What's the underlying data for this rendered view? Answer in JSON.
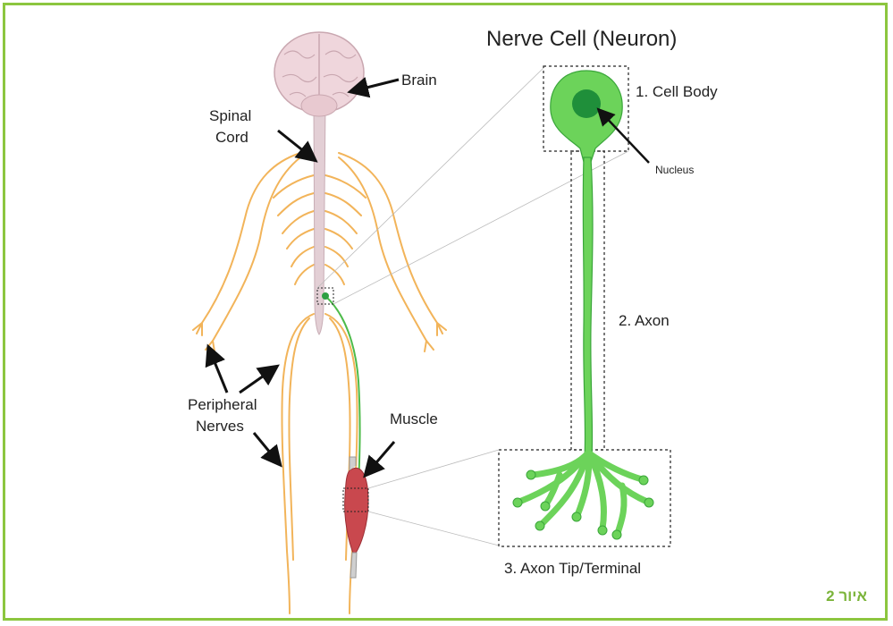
{
  "diagram": {
    "title": "Nerve Cell (Neuron)",
    "labels": {
      "brain": "Brain",
      "spinal_cord_line1": "Spinal",
      "spinal_cord_line2": "Cord",
      "peripheral_line1": "Peripheral",
      "peripheral_line2": "Nerves",
      "muscle": "Muscle",
      "cell_body": "1. Cell Body",
      "nucleus": "Nucleus",
      "axon": "2. Axon",
      "axon_tip": "3. Axon Tip/Terminal"
    },
    "colors": {
      "neuron_fill": "#6cd35a",
      "neuron_stroke": "#3aa63a",
      "nucleus": "#1f8f3a",
      "nerves": "#f2b45a",
      "spine": "#e3cfd5",
      "brain": "#efd6dc",
      "muscle": "#c9484e",
      "frame": "#8cc63f"
    }
  },
  "caption": "איור 2"
}
